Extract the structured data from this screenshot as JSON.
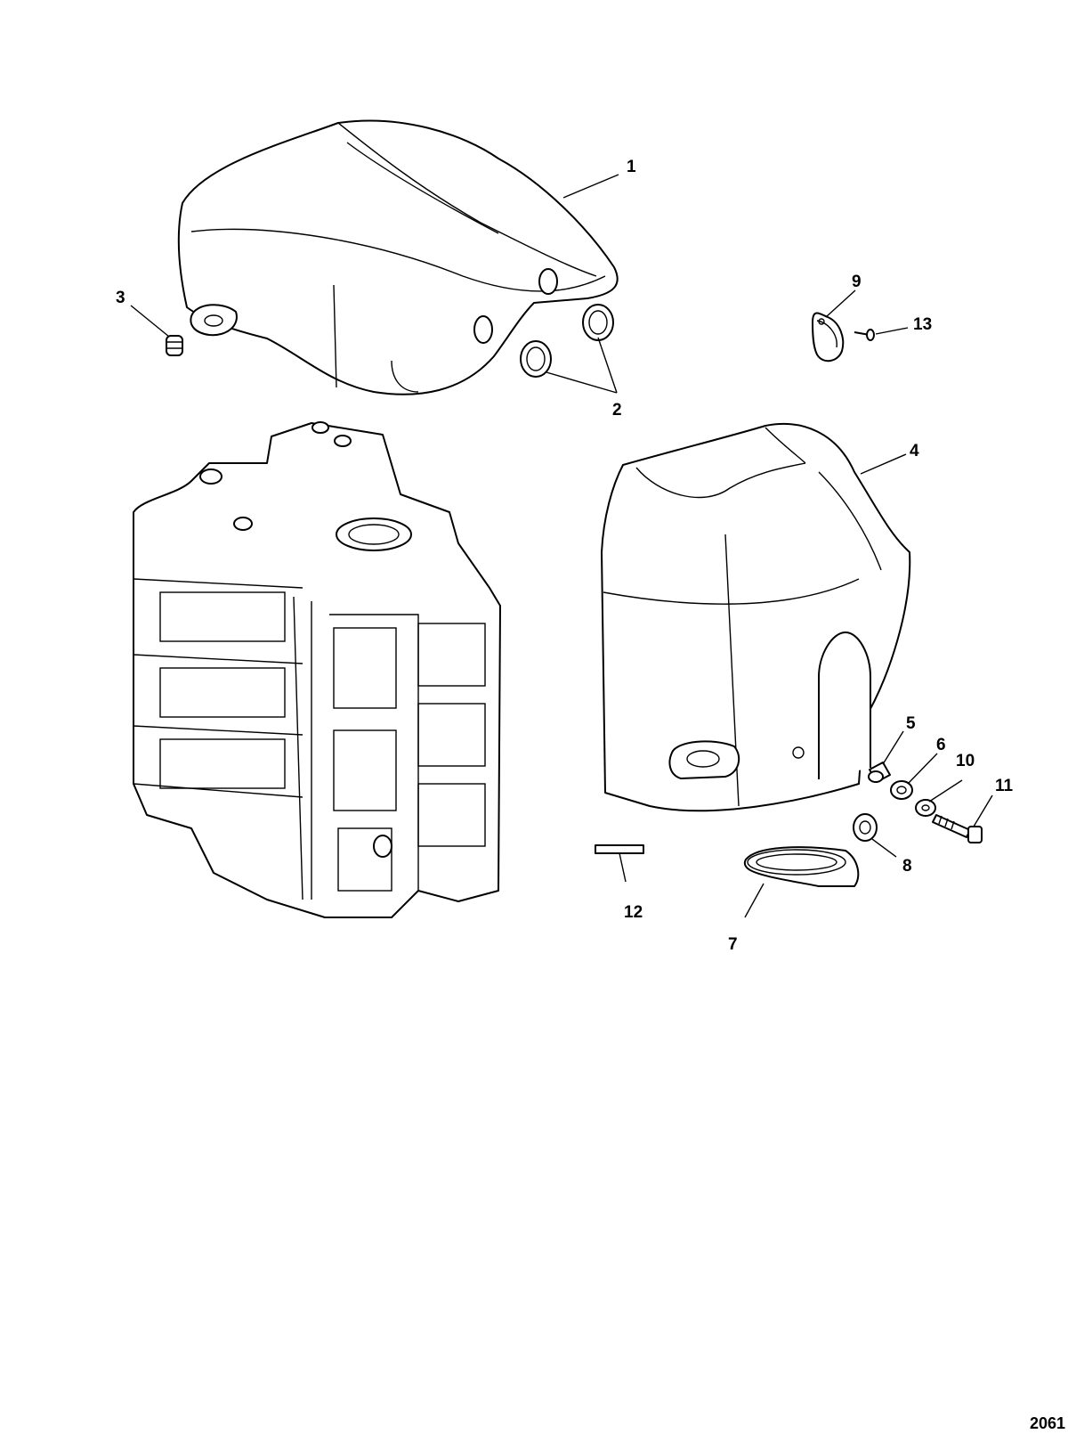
{
  "callouts": [
    "1",
    "2",
    "3",
    "4",
    "5",
    "6",
    "7",
    "8",
    "9",
    "10",
    "11",
    "12",
    "13"
  ],
  "reference_number": "2061",
  "colors": {
    "line": "#000000",
    "background": "#ffffff"
  }
}
